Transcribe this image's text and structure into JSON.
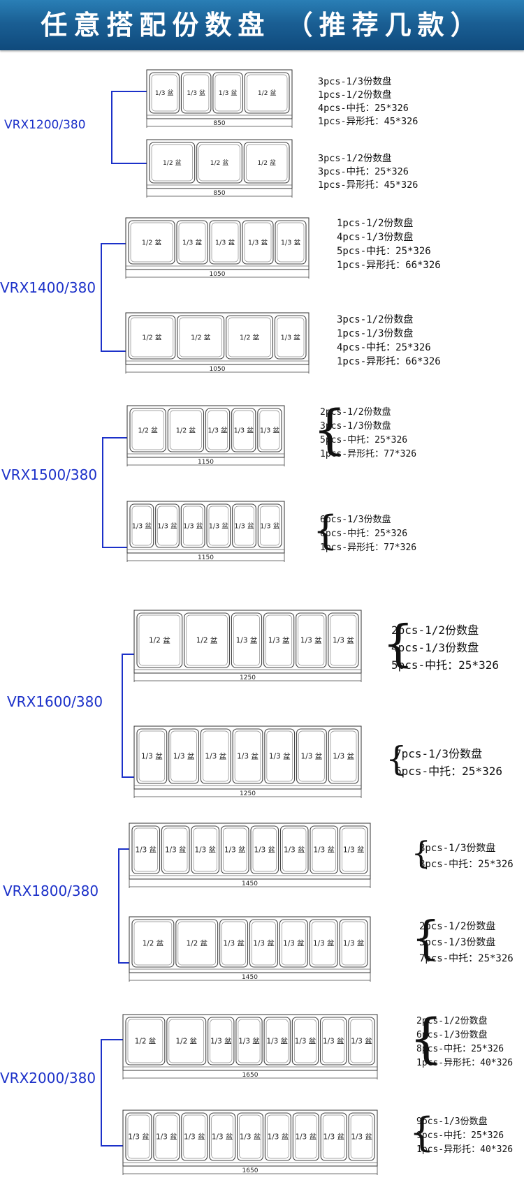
{
  "banner": {
    "title": "任意搭配份数盘 （推荐几款）"
  },
  "pan_label_suffix": "盆",
  "colors": {
    "banner": "#1a5f94",
    "model_label": "#1c31c9",
    "bracket": "#1c31c9"
  },
  "models": [
    {
      "name": "VRX1200/380",
      "configs": [
        {
          "width_label": "850",
          "pans": [
            "1/3",
            "1/3",
            "1/3",
            "1/2"
          ],
          "specs": [
            "3pcs-1/3份数盘",
            "1pcs-1/2份数盘",
            "4pcs-中托：25*326",
            "1pcs-异形托：45*326"
          ],
          "brace": false
        },
        {
          "width_label": "850",
          "pans": [
            "1/2",
            "1/2",
            "1/2"
          ],
          "specs": [
            "3pcs-1/2份数盘",
            "3pcs-中托：25*326",
            "1pcs-异形托：45*326"
          ],
          "brace": false
        }
      ]
    },
    {
      "name": "VRX1400/380",
      "configs": [
        {
          "width_label": "1050",
          "pans": [
            "1/2",
            "1/3",
            "1/3",
            "1/3",
            "1/3"
          ],
          "specs": [
            "1pcs-1/2份数盘",
            "4pcs-1/3份数盘",
            "5pcs-中托：25*326",
            "1pcs-异形托：66*326"
          ],
          "brace": false
        },
        {
          "width_label": "1050",
          "pans": [
            "1/2",
            "1/2",
            "1/2",
            "1/3"
          ],
          "specs": [
            "3pcs-1/2份数盘",
            "1pcs-1/3份数盘",
            "4pcs-中托：25*326",
            "1pcs-异形托：66*326"
          ],
          "brace": false
        }
      ]
    },
    {
      "name": "VRX1500/380",
      "configs": [
        {
          "width_label": "1150",
          "pans": [
            "1/2",
            "1/2",
            "1/3",
            "1/3",
            "1/3"
          ],
          "specs": [
            "2pcs-1/2份数盘",
            "3pcs-1/3份数盘",
            "5pcs-中托：25*326",
            "1pcs-异形托：77*326"
          ],
          "brace": true
        },
        {
          "width_label": "1150",
          "pans": [
            "1/3",
            "1/3",
            "1/3",
            "1/3",
            "1/3",
            "1/3"
          ],
          "specs": [
            "6pcs-1/3份数盘",
            "6pcs-中托：25*326",
            "1pcs-异形托：77*326"
          ],
          "brace": true
        }
      ]
    },
    {
      "name": "VRX1600/380",
      "configs": [
        {
          "width_label": "1250",
          "pans": [
            "1/2",
            "1/2",
            "1/3",
            "1/3",
            "1/3",
            "1/3"
          ],
          "specs": [
            "2pcs-1/2份数盘",
            "4pcs-1/3份数盘",
            "5pcs-中托：25*326"
          ],
          "brace": true
        },
        {
          "width_label": "1250",
          "pans": [
            "1/3",
            "1/3",
            "1/3",
            "1/3",
            "1/3",
            "1/3",
            "1/3"
          ],
          "specs": [
            "7pcs-1/3份数盘",
            "6pcs-中托：25*326"
          ],
          "brace": true
        }
      ]
    },
    {
      "name": "VRX1800/380",
      "configs": [
        {
          "width_label": "1450",
          "pans": [
            "1/3",
            "1/3",
            "1/3",
            "1/3",
            "1/3",
            "1/3",
            "1/3",
            "1/3"
          ],
          "specs": [
            "8pcs-1/3份数盘",
            "8pcs-中托：25*326"
          ],
          "brace": true
        },
        {
          "width_label": "1450",
          "pans": [
            "1/2",
            "1/2",
            "1/3",
            "1/3",
            "1/3",
            "1/3",
            "1/3"
          ],
          "specs": [
            "2pcs-1/2份数盘",
            "5pcs-1/3份数盘",
            "7pcs-中托：25*326"
          ],
          "brace": true
        }
      ]
    },
    {
      "name": "VRX2000/380",
      "configs": [
        {
          "width_label": "1650",
          "pans": [
            "1/2",
            "1/2",
            "1/3",
            "1/3",
            "1/3",
            "1/3",
            "1/3",
            "1/3"
          ],
          "specs": [
            "2pcs-1/2份数盘",
            "6pcs-1/3份数盘",
            "8pcs-中托：25*326",
            "1pcs-异形托：40*326"
          ],
          "brace": true
        },
        {
          "width_label": "1650",
          "pans": [
            "1/3",
            "1/3",
            "1/3",
            "1/3",
            "1/3",
            "1/3",
            "1/3",
            "1/3",
            "1/3"
          ],
          "specs": [
            "9pcs-1/3份数盘",
            "9pcs-中托：25*326",
            "1pcs-异形托：40*326"
          ],
          "brace": true
        }
      ]
    }
  ]
}
